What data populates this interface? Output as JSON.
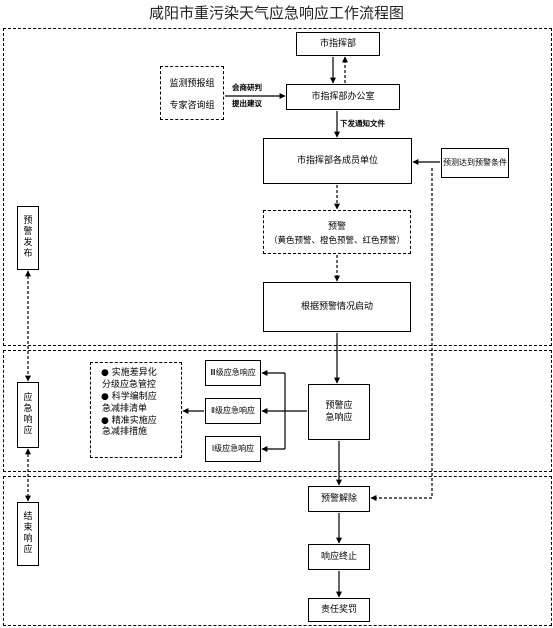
{
  "title": "咸阳市重污染天气应急响应工作流程图",
  "sections": {
    "warning": {
      "label": [
        "预",
        "警",
        "发",
        "布"
      ]
    },
    "response": {
      "label": [
        "应",
        "急",
        "响",
        "应"
      ]
    },
    "end": {
      "label": [
        "结",
        "束",
        "响",
        "应"
      ]
    }
  },
  "nodes": {
    "command": "市指挥部",
    "command_office": "市指挥部办公室",
    "monitor_group": "监测预报组",
    "expert_group": "专家咨询组",
    "member_units": "市指挥部各成员单位",
    "forecast_condition": "预测达到预警条件",
    "warning_title": "预警",
    "warning_levels": "（黄色预警、橙色预警、红色预警）",
    "start_by_level": "根据预警情况启动",
    "level3": "Ⅲ级应急响应",
    "level2": "Ⅱ级应急响应",
    "level1": "Ⅰ级应急响应",
    "warning_response": [
      "预警应",
      "急响应"
    ],
    "lift_warning": "预警解除",
    "response_end": "响应终止",
    "accountability": "责任奖罚"
  },
  "measures": [
    "●  实施差异化",
    "分级应急管控",
    "●  科学编制应",
    "急减排清单",
    "●  精准实施应",
    "急减排措施"
  ],
  "edge_labels": {
    "consult": "会商研判",
    "advise": "提出建议",
    "issue_notice": "下发通知文件"
  }
}
